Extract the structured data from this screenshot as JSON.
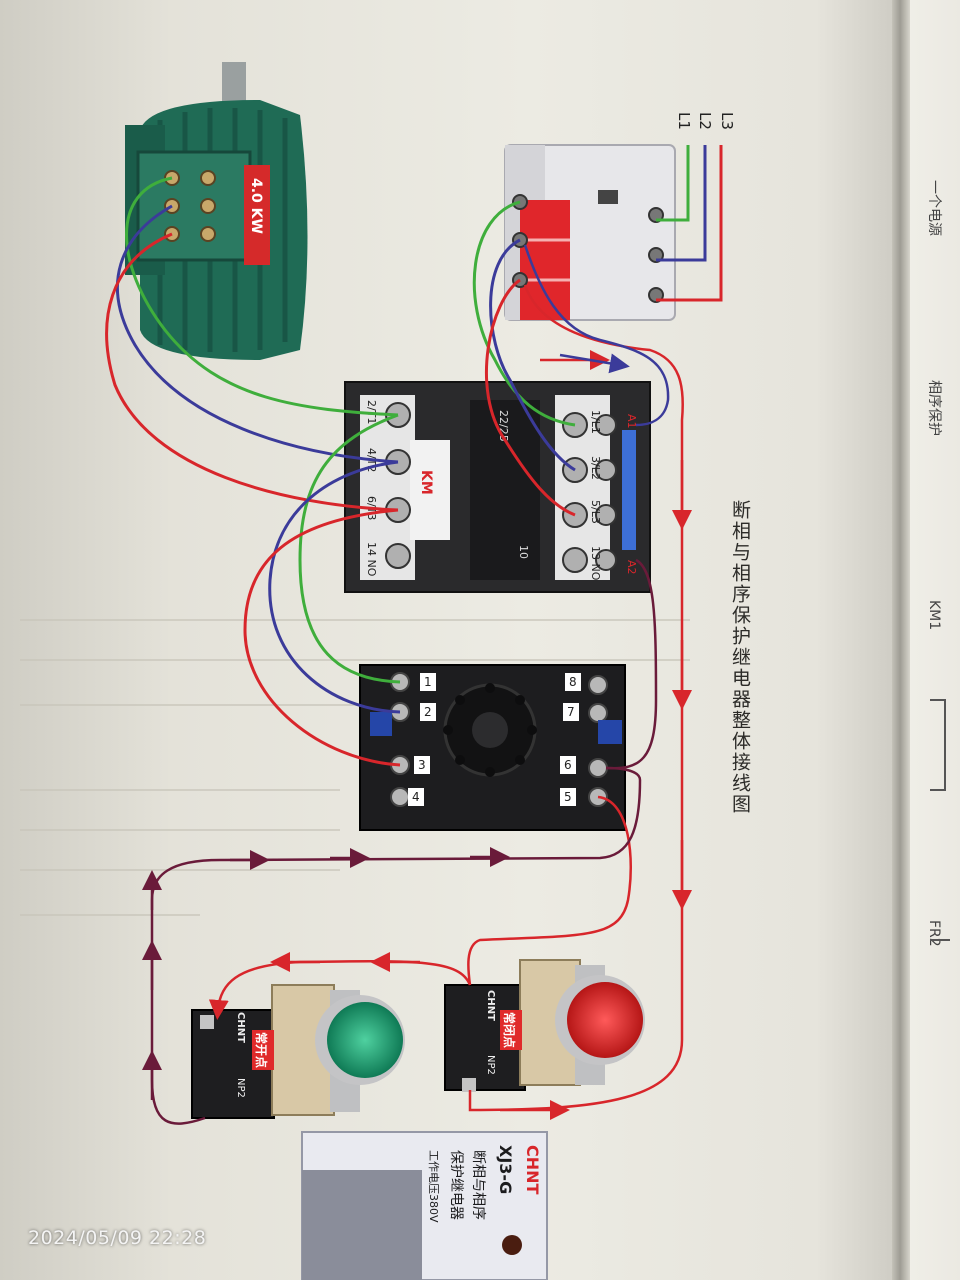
{
  "caption": "断相与相序保护继电器整体接线图",
  "timestamp": "2024/05/09 22:28",
  "motor": {
    "power_label": "4.0 KW"
  },
  "supply": {
    "lines": [
      "L1",
      "L2",
      "L3"
    ]
  },
  "contactor": {
    "name": "KM",
    "top_terminals": [
      "1/L1",
      "3/L2",
      "5/L3",
      "13 NO"
    ],
    "bottom_terminals": [
      "2/T1",
      "4/T2",
      "6/T3",
      "14 NO"
    ],
    "coil_terminals": [
      "A1",
      "A2"
    ],
    "rating": "10",
    "center_text": "22/25"
  },
  "relay_base": {
    "terminals": [
      "1",
      "2",
      "3",
      "4",
      "5",
      "6",
      "7",
      "8"
    ]
  },
  "start_button": {
    "label": "常开点",
    "brand": "CHNT",
    "model": "NP2"
  },
  "stop_button": {
    "label": "常闭点",
    "brand": "CHNT",
    "model": "NP2"
  },
  "relay_box": {
    "brand": "CHNT",
    "model": "XJ3-G",
    "line1": "断相与相序",
    "line2": "保护继电器",
    "line3": "工作电压380V"
  },
  "colors": {
    "L1": "#3fae3c",
    "L2": "#3b3b9a",
    "L3": "#d8262b",
    "control": "#6a1b3a"
  }
}
